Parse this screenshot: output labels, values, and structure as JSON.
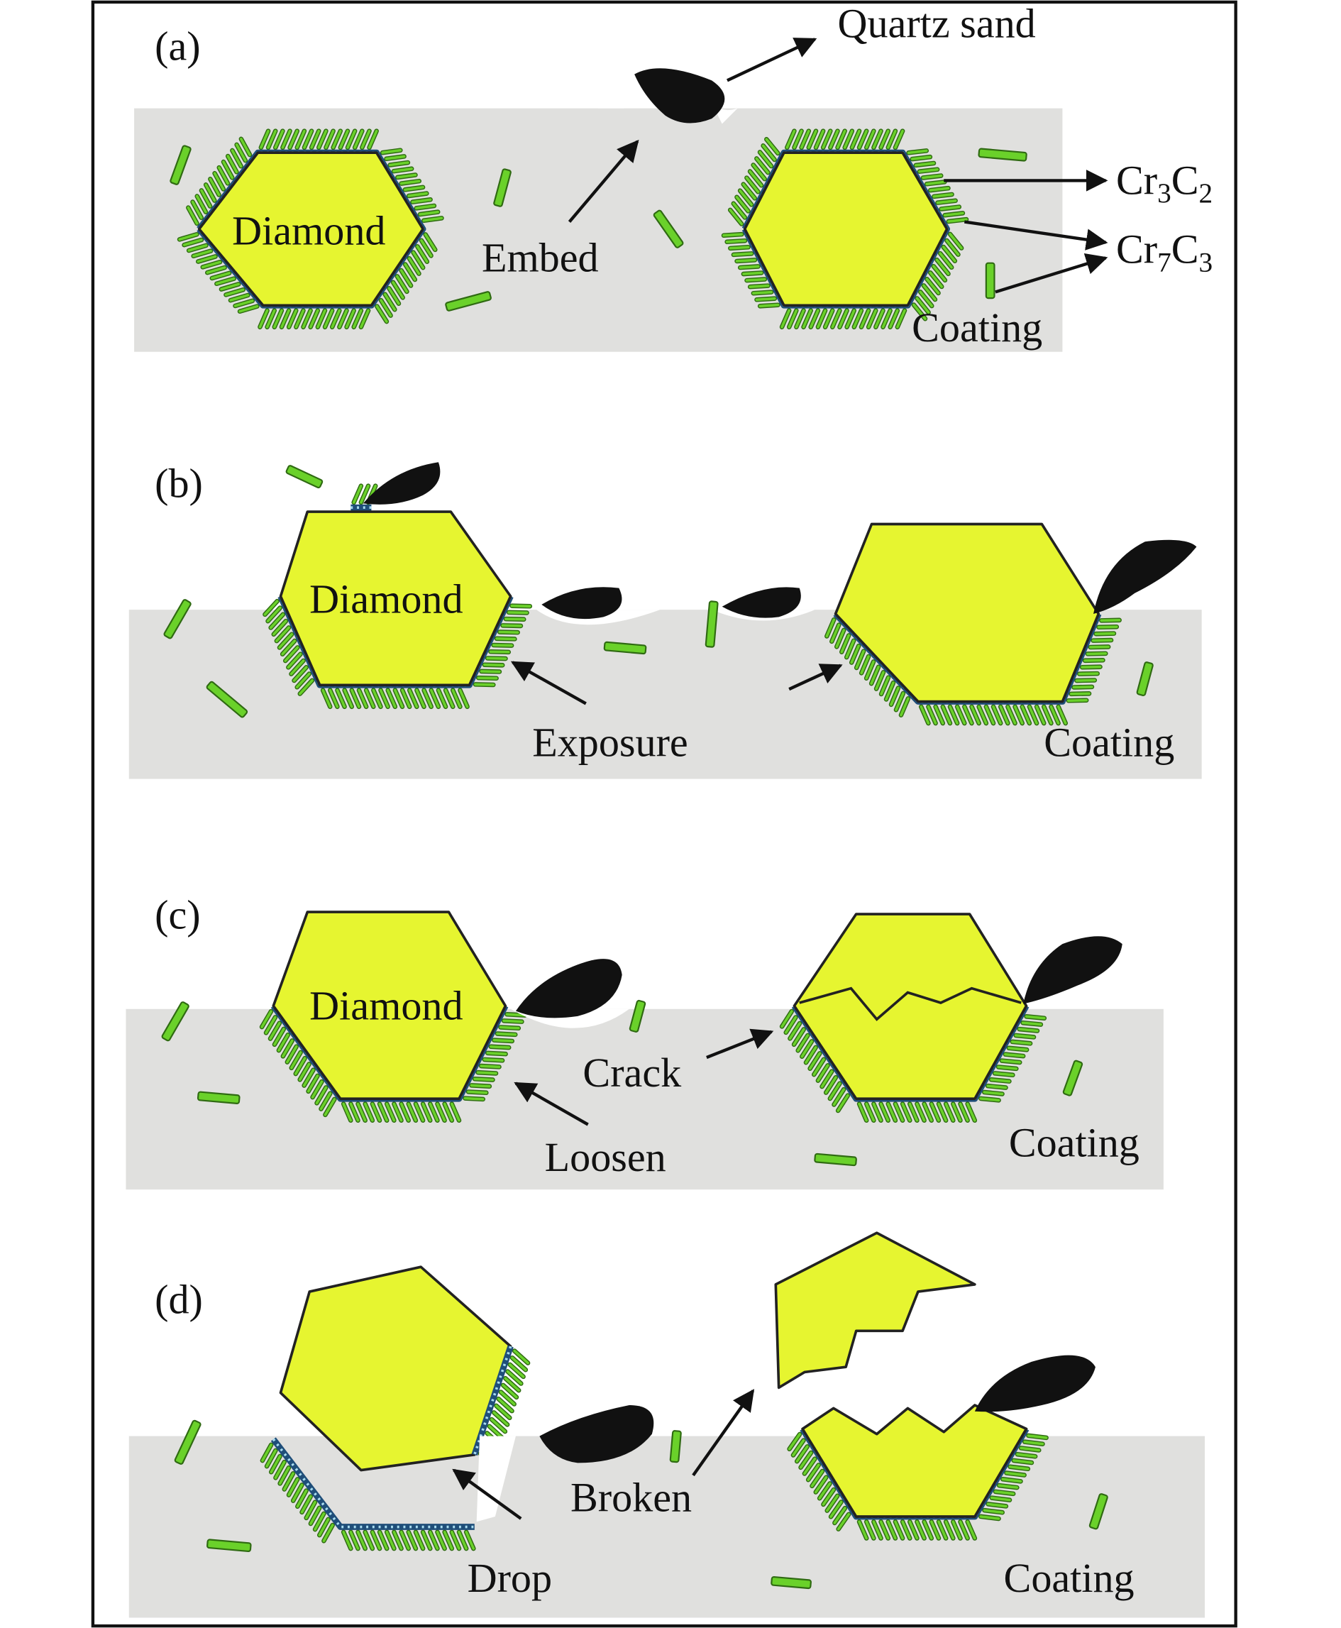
{
  "panels": [
    {
      "label": "(a)",
      "texts": {
        "quartz": "Quartz sand",
        "diamond": "Diamond",
        "embed": "Embed",
        "cr3c2_main": "Cr",
        "cr3c2_sub1": "3",
        "cr3c2_c": "C",
        "cr3c2_sub2": "2",
        "cr7c3_main": "Cr",
        "cr7c3_sub1": "7",
        "cr7c3_c": "C",
        "cr7c3_sub2": "3",
        "coating": "Coating"
      }
    },
    {
      "label": "(b)",
      "texts": {
        "diamond": "Diamond",
        "exposure": "Exposure",
        "coating": "Coating"
      }
    },
    {
      "label": "(c)",
      "texts": {
        "diamond": "Diamond",
        "crack": "Crack",
        "loosen": "Loosen",
        "coating": "Coating"
      }
    },
    {
      "label": "(d)",
      "texts": {
        "drop": "Drop",
        "broken": "Broken",
        "coating": "Coating"
      }
    }
  ],
  "colors": {
    "diamond": "#e6f530",
    "matrix": "#e0e0de",
    "rod": "#6ad12a",
    "rod_edge": "#2f6a12",
    "interface": "#1f4e79",
    "interface_dots": "#a8dcf0",
    "sand": "#111111"
  }
}
